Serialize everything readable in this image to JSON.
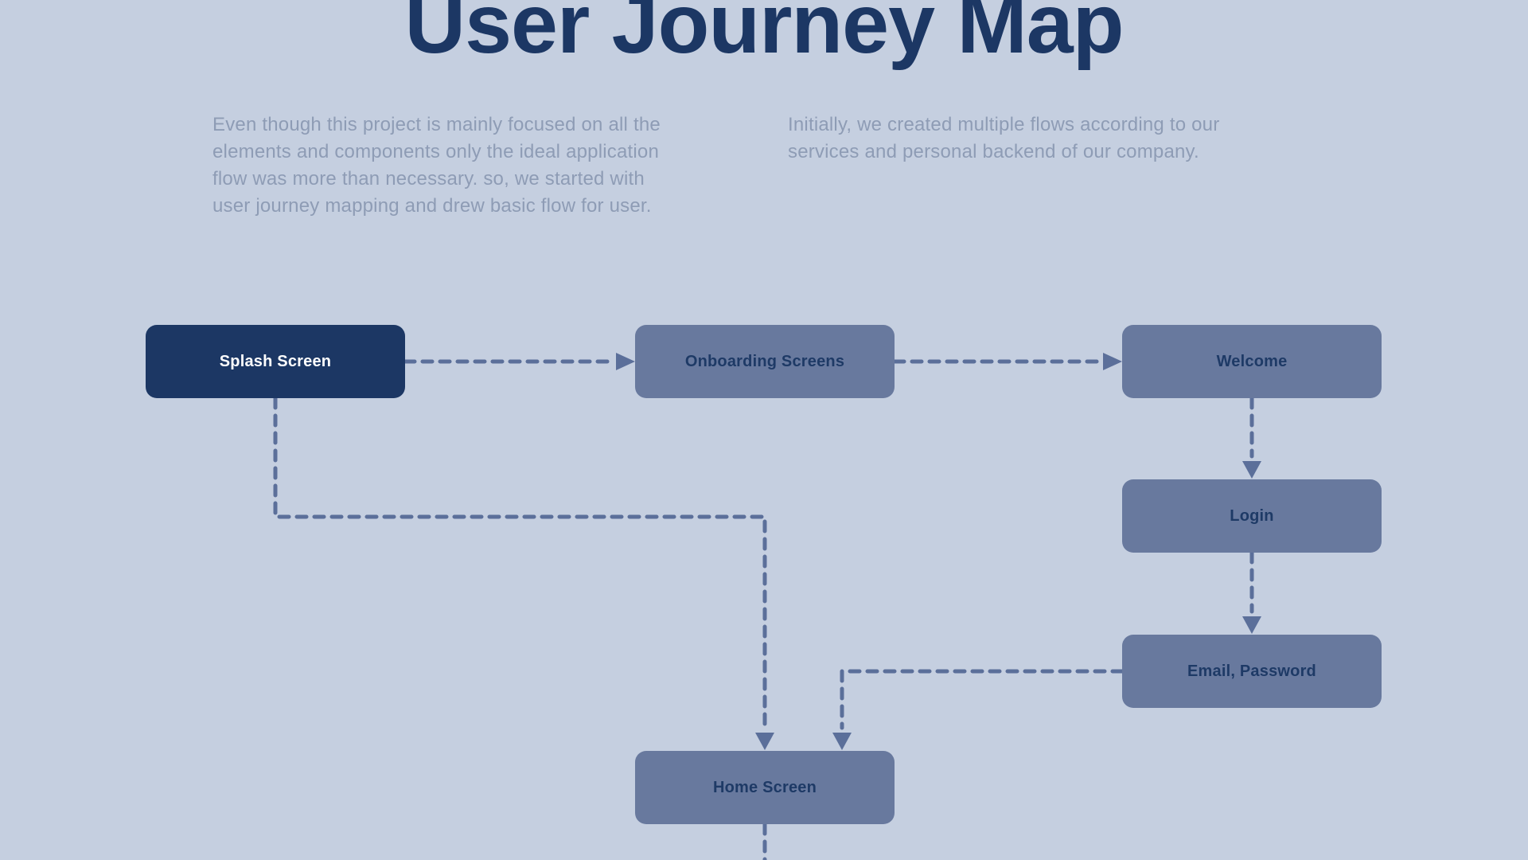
{
  "page": {
    "title": "User Journey Map",
    "intro_left": {
      "lines": [
        "Even though this project is mainly focused on all the",
        "elements and components only the ideal application",
        "flow was more than necessary. so, we started with",
        "user journey mapping and drew basic flow for user."
      ]
    },
    "intro_right": {
      "lines": [
        "Initially, we created multiple flows according to our",
        "services and personal backend of our company."
      ]
    }
  },
  "colors": {
    "background": "#c5cfe0",
    "title": "#1c3764",
    "paragraph": "#8e9cb5",
    "node_primary_bg": "#1c3764",
    "node_primary_text": "#ffffff",
    "node_secondary_bg": "#68799e",
    "node_secondary_text": "#1e3a66",
    "connector": "#5b6f9a"
  },
  "diagram": {
    "nodes": [
      {
        "id": "splash-screen",
        "label": "Splash Screen",
        "variant": "primary"
      },
      {
        "id": "onboarding-screens",
        "label": "Onboarding Screens",
        "variant": "secondary"
      },
      {
        "id": "welcome",
        "label": "Welcome",
        "variant": "secondary"
      },
      {
        "id": "login",
        "label": "Login",
        "variant": "secondary"
      },
      {
        "id": "email-password",
        "label": "Email, Password",
        "variant": "secondary"
      },
      {
        "id": "home-screen",
        "label": "Home Screen",
        "variant": "secondary"
      }
    ],
    "edges": [
      {
        "from": "splash-screen",
        "to": "onboarding-screens",
        "style": "dashed-arrow"
      },
      {
        "from": "onboarding-screens",
        "to": "welcome",
        "style": "dashed-arrow"
      },
      {
        "from": "welcome",
        "to": "login",
        "style": "dashed-arrow"
      },
      {
        "from": "login",
        "to": "email-password",
        "style": "dashed-arrow"
      },
      {
        "from": "splash-screen",
        "to": "home-screen",
        "style": "dashed-arrow"
      },
      {
        "from": "email-password",
        "to": "home-screen",
        "style": "dashed-arrow"
      },
      {
        "from": "home-screen",
        "to": "",
        "style": "dashed",
        "note": "continues below viewport"
      }
    ]
  }
}
